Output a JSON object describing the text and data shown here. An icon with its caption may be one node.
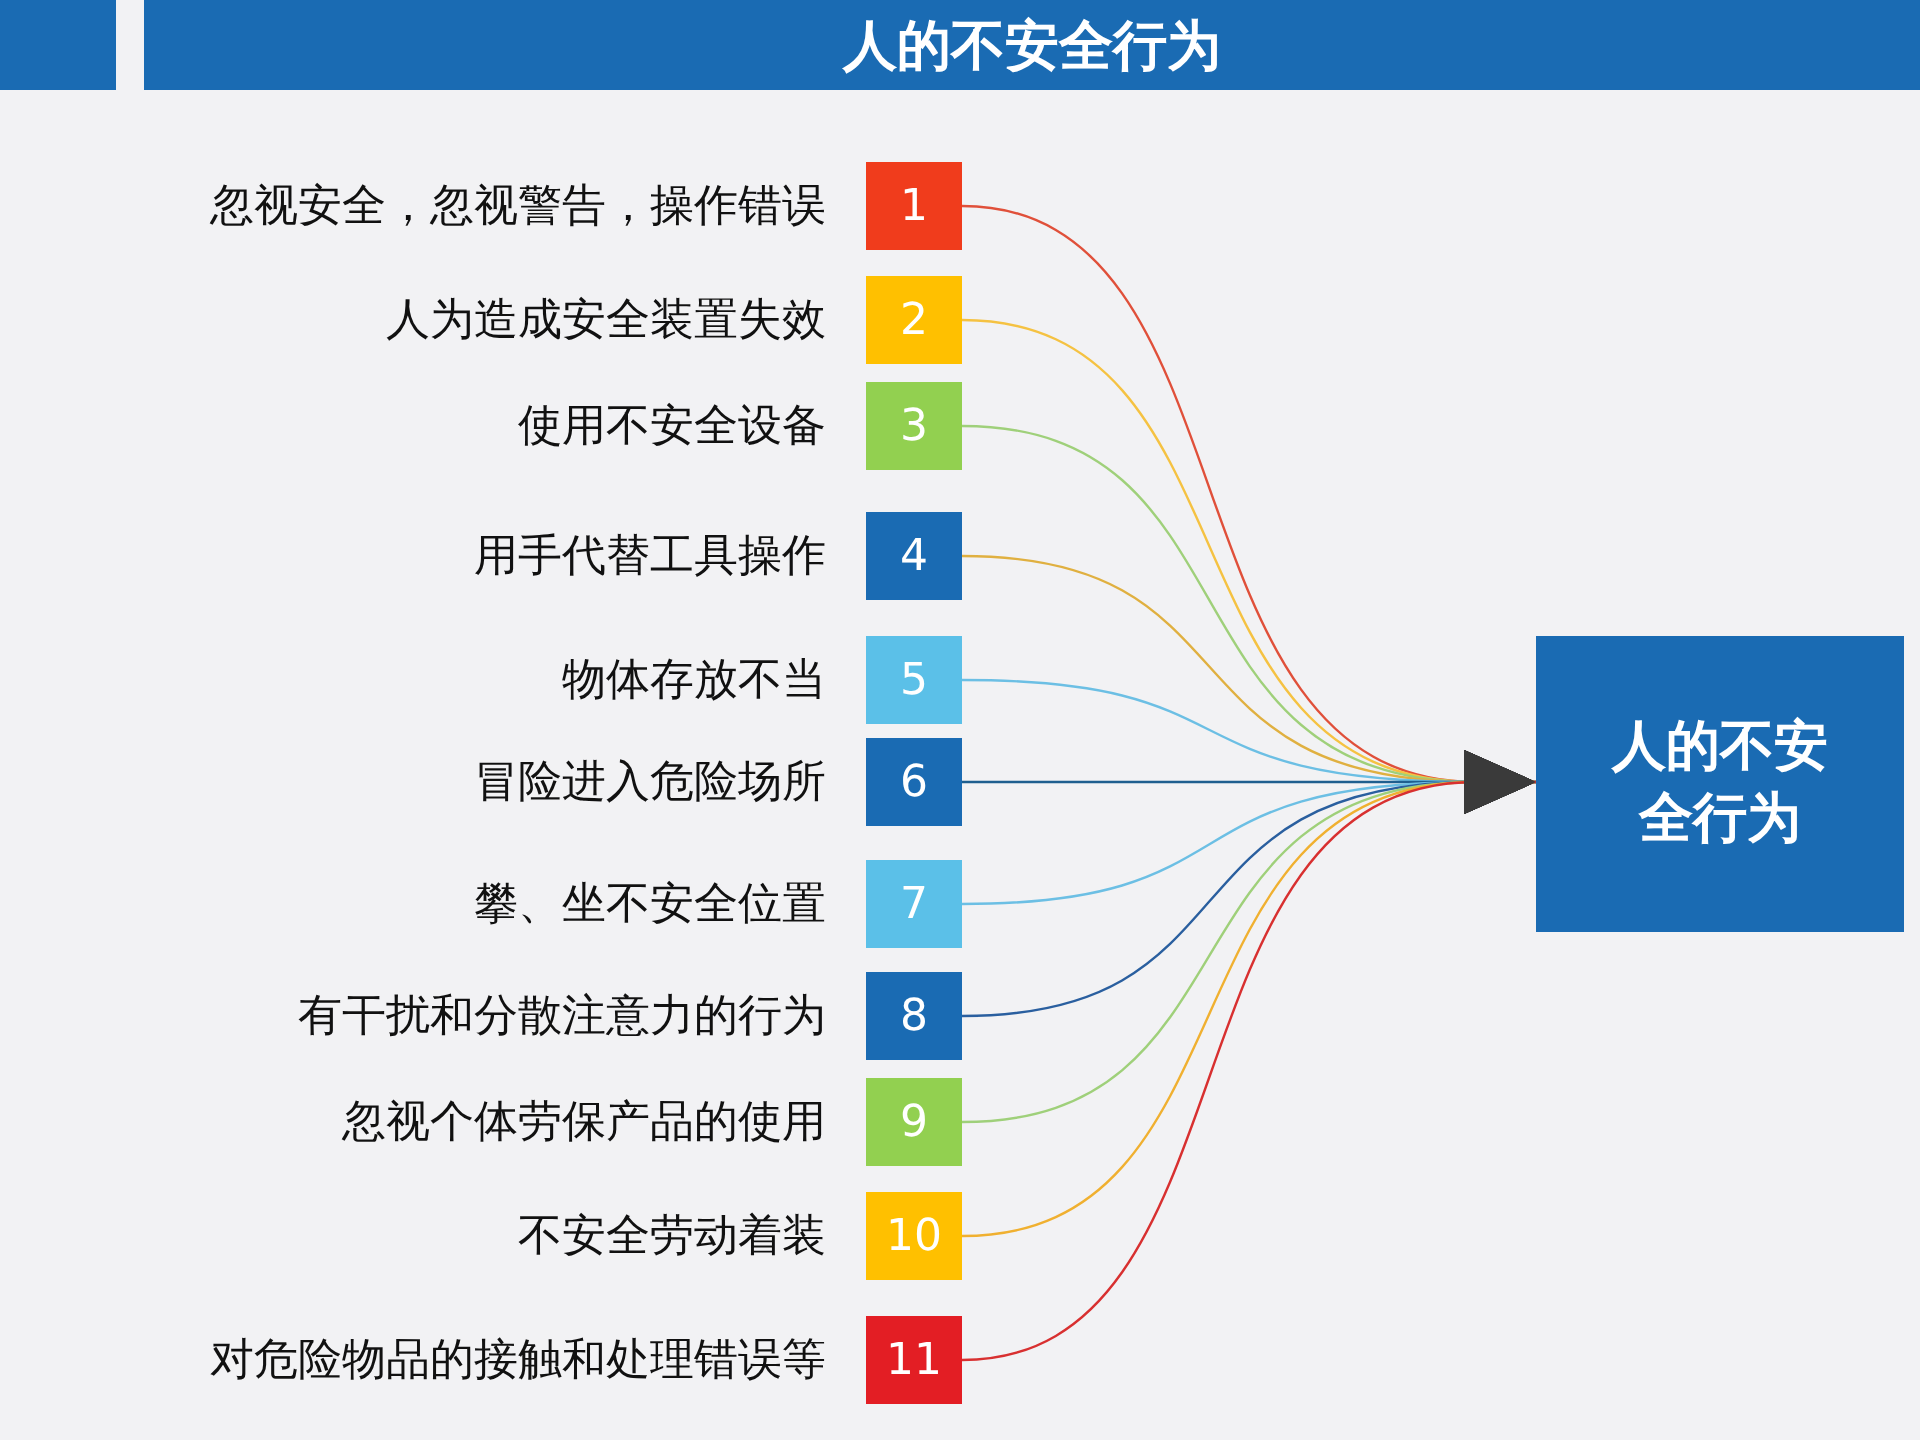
{
  "diagram": {
    "title": "人的不安全行为",
    "nodes": [
      {
        "text": [
          "1"
        ],
        "beside": [
          "忽视安全，忽视警告，操作错误"
        ]
      },
      {
        "text": [
          "2"
        ],
        "beside": [
          "人为造成安全装置失效"
        ]
      },
      {
        "text": [
          "3"
        ],
        "beside": [
          "使用不安全设备"
        ]
      },
      {
        "text": [
          "4"
        ],
        "beside": [
          "用手代替工具操作"
        ]
      },
      {
        "text": [
          "5"
        ],
        "beside": [
          "物体存放不当"
        ]
      },
      {
        "text": [
          "6"
        ],
        "beside": [
          "冒险进入危险场所"
        ]
      },
      {
        "text": [
          "7"
        ],
        "beside": [
          "攀、坐不安全位置"
        ]
      },
      {
        "text": [
          "8"
        ],
        "beside": [
          "有干扰和分散注意力的行为"
        ]
      },
      {
        "text": [
          "9"
        ],
        "beside": [
          "忽视个体劳保产品的使用"
        ]
      },
      {
        "text": [
          "10"
        ],
        "beside": [
          "不安全劳动着装"
        ]
      },
      {
        "text": [
          "11"
        ],
        "beside": [
          "对危险物品的接触和处理错误等"
        ]
      },
      {
        "text": [
          "人的不安全行为"
        ]
      }
    ],
    "edges": [
      {
        "from": 0,
        "to": 11,
        "arrow": "to",
        "color": "#e0503a"
      },
      {
        "from": 1,
        "to": 11,
        "arrow": "to",
        "color": "#f5c242"
      },
      {
        "from": 2,
        "to": 11,
        "arrow": "to",
        "color": "#9fd07a"
      },
      {
        "from": 3,
        "to": 11,
        "arrow": "to",
        "color": "#e0b040"
      },
      {
        "from": 4,
        "to": 11,
        "arrow": "to",
        "color": "#6cbfe4"
      },
      {
        "from": 5,
        "to": 11,
        "arrow": "to",
        "color": "#1f5f8f"
      },
      {
        "from": 6,
        "to": 11,
        "arrow": "to",
        "color": "#6cbfe4"
      },
      {
        "from": 7,
        "to": 11,
        "arrow": "to",
        "color": "#2a5f9f"
      },
      {
        "from": 8,
        "to": 11,
        "arrow": "to",
        "color": "#9fd07a"
      },
      {
        "from": 9,
        "to": 11,
        "arrow": "to",
        "color": "#f0b030"
      },
      {
        "from": 10,
        "to": 11,
        "arrow": "to",
        "color": "#d83030"
      }
    ]
  }
}
